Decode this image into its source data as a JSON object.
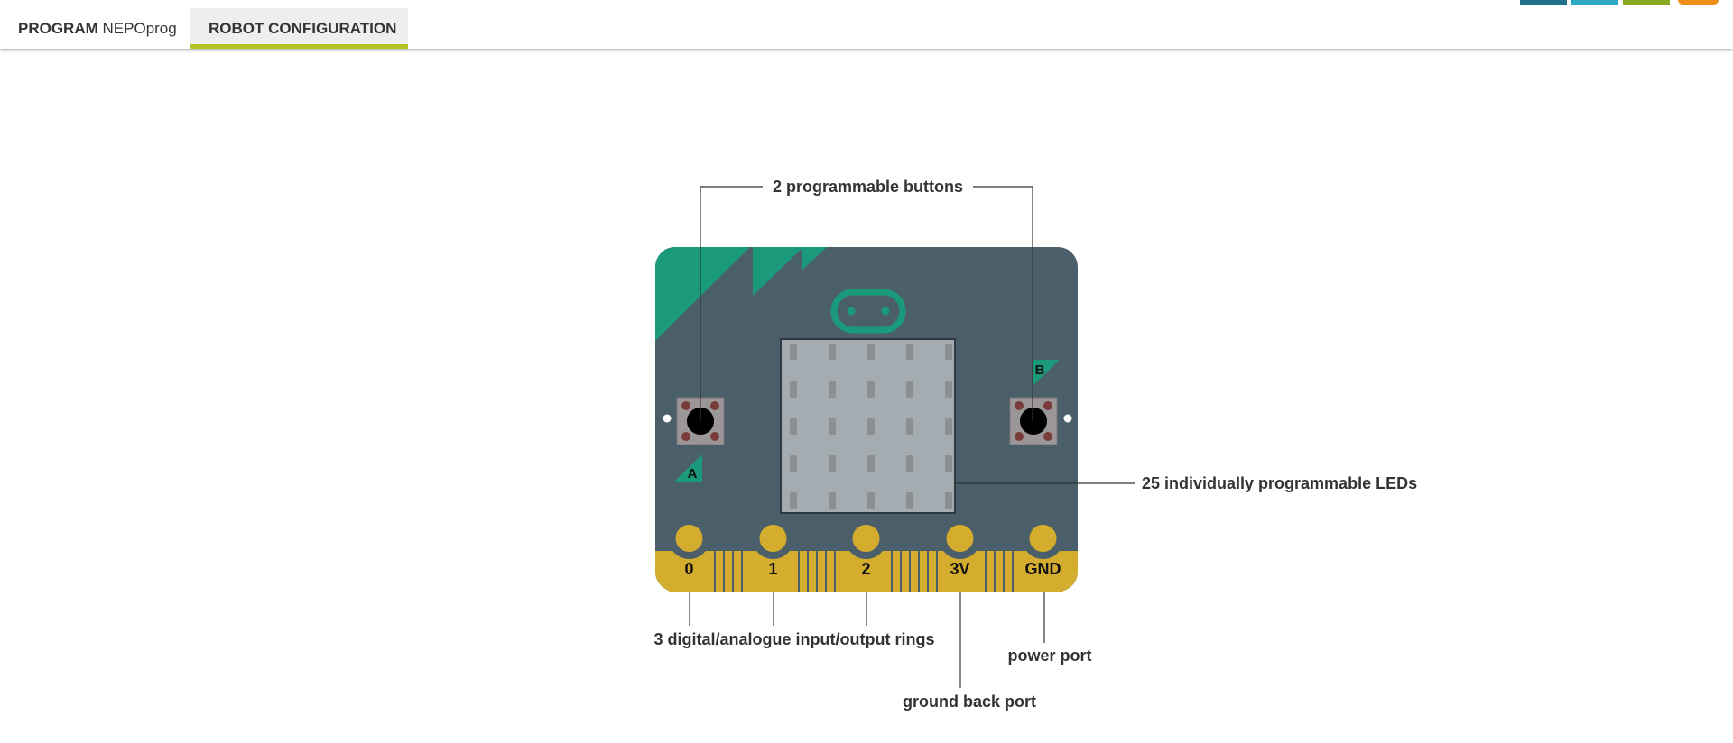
{
  "colors": {
    "accent_green": "#b6c325",
    "board": "#4b5f6b",
    "board_stripe": "#1a9a7a",
    "edge_gold": "#d4ad2f",
    "led_matrix": "#a4acb1",
    "led_dot": "#8a8f92",
    "logo_blocks": [
      "#1f6f8b",
      "#2aa8c4",
      "#8aab1f",
      "#ef8e1b"
    ]
  },
  "header": {
    "program_tab": {
      "prefix": "PROGRAM",
      "name": "NEPOprog"
    },
    "config_tab": {
      "label": "ROBOT CONFIGURATION"
    }
  },
  "board": {
    "button_a_label": "A",
    "button_b_label": "B",
    "pins": [
      {
        "id": "0",
        "label": "0"
      },
      {
        "id": "1",
        "label": "1"
      },
      {
        "id": "2",
        "label": "2"
      },
      {
        "id": "3v",
        "label": "3V"
      },
      {
        "id": "gnd",
        "label": "GND"
      }
    ]
  },
  "callouts": {
    "buttons": "2 programmable buttons",
    "leds": "25 individually programmable LEDs",
    "rings": "3 digital/analogue input/output rings",
    "power": "power port",
    "ground": "ground back port"
  }
}
